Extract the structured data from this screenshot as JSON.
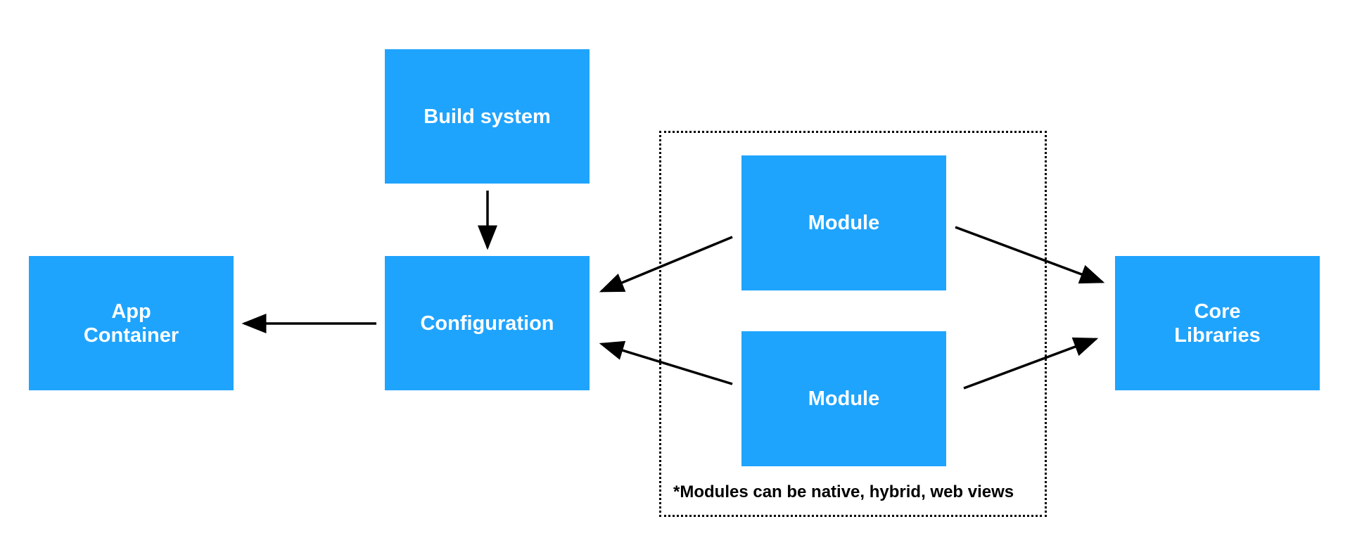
{
  "nodes": {
    "app_container": {
      "label": "App\nContainer"
    },
    "build_system": {
      "label": "Build system"
    },
    "configuration": {
      "label": "Configuration"
    },
    "module_top": {
      "label": "Module"
    },
    "module_bottom": {
      "label": "Module"
    },
    "core_libraries": {
      "label": "Core\nLibraries"
    }
  },
  "group_note": "*Modules can be native, hybrid, web views",
  "colors": {
    "box": "#1fa4fe",
    "box_text": "#ffffff",
    "arrow": "#000000"
  },
  "edges": [
    {
      "from": "configuration",
      "to": "app_container"
    },
    {
      "from": "build_system",
      "to": "configuration"
    },
    {
      "from": "module_top",
      "to": "configuration"
    },
    {
      "from": "module_bottom",
      "to": "configuration"
    },
    {
      "from": "module_top",
      "to": "core_libraries"
    },
    {
      "from": "module_bottom",
      "to": "core_libraries"
    }
  ]
}
